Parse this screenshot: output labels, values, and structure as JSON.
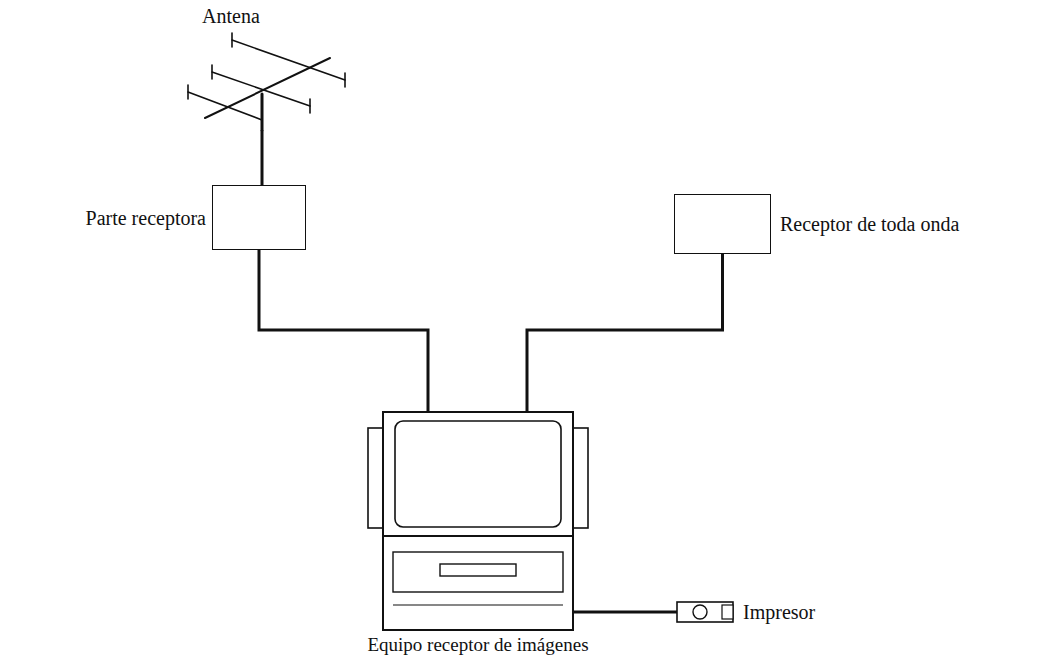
{
  "diagram": {
    "nodes": [
      {
        "text": [
          "Antena"
        ]
      },
      {
        "text": [
          "Parte receptora"
        ]
      },
      {
        "text": [
          "Receptor de toda onda"
        ]
      },
      {
        "text": [
          "Equipo receptor de imágenes"
        ]
      },
      {
        "text": [
          "Impresor"
        ]
      }
    ],
    "edges": [
      {
        "from": 0,
        "to": 1,
        "arrow": "none"
      },
      {
        "from": 1,
        "to": 3,
        "arrow": "none"
      },
      {
        "from": 2,
        "to": 3,
        "arrow": "none"
      },
      {
        "from": 3,
        "to": 4,
        "arrow": "none"
      }
    ]
  }
}
